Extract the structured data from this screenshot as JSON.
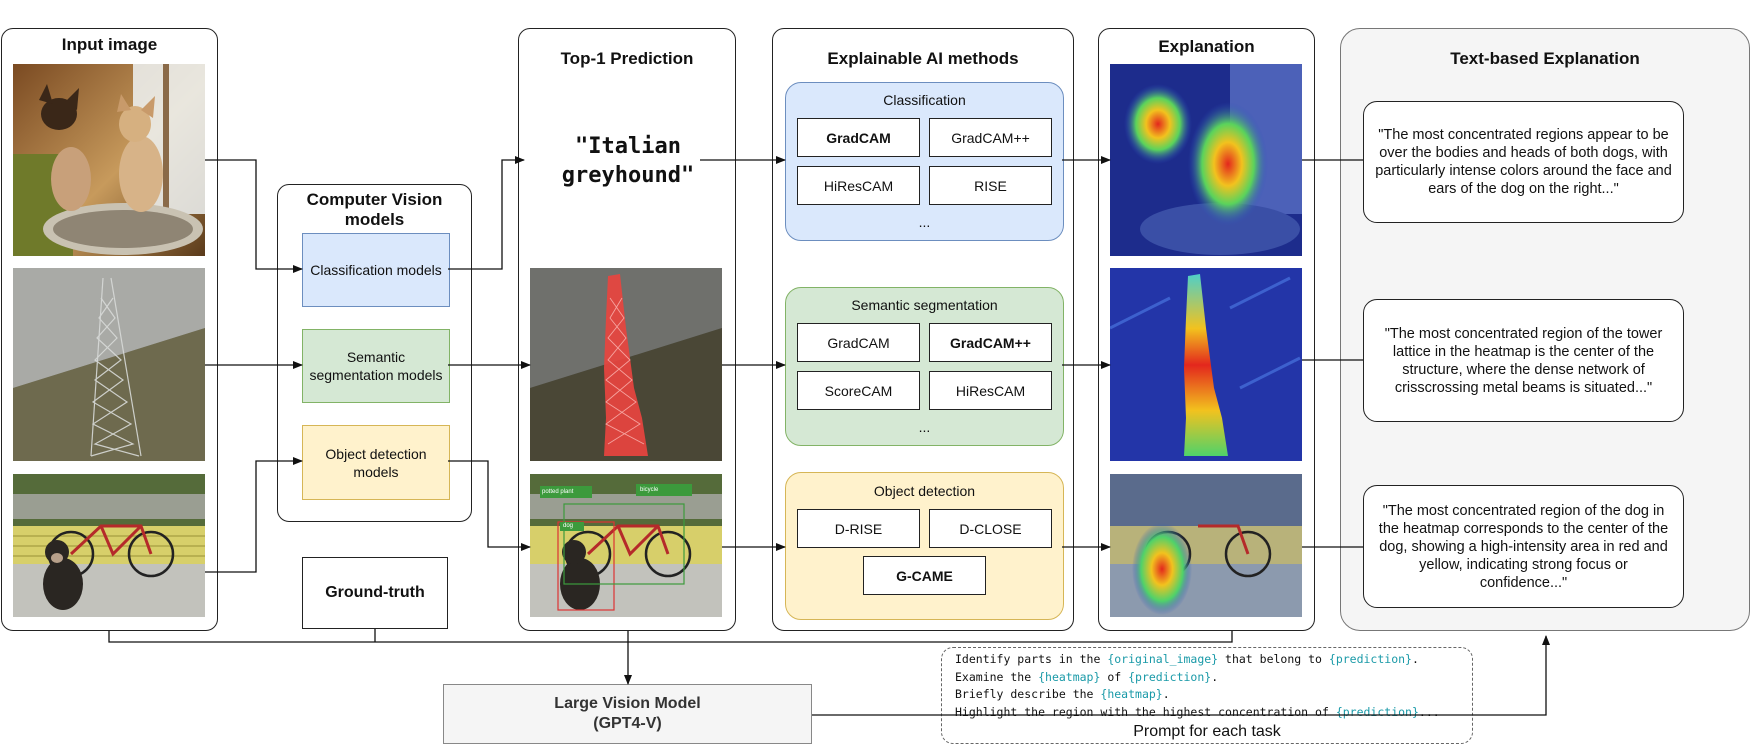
{
  "input_panel": {
    "title": "Input image"
  },
  "cv_panel": {
    "title_line1": "Computer Vision",
    "title_line2": "models",
    "classification": "Classification models",
    "segmentation_line1": "Semantic",
    "segmentation_line2": "segmentation models",
    "detection_line1": "Object detection",
    "detection_line2": "models"
  },
  "ground_truth": "Ground-truth",
  "prediction_panel": {
    "title": "Top-1 Prediction",
    "label_line1": "\"Italian",
    "label_line2": "greyhound\"",
    "detection_tags": [
      "potted plant",
      "dog",
      "bicycle"
    ]
  },
  "xai_panel": {
    "title": "Explainable AI methods",
    "groups": [
      {
        "title": "Classification",
        "methods": [
          "GradCAM",
          "GradCAM++",
          "HiResCAM",
          "RISE"
        ],
        "bold_index": 0,
        "more": "..."
      },
      {
        "title": "Semantic segmentation",
        "methods": [
          "GradCAM",
          "GradCAM++",
          "ScoreCAM",
          "HiResCAM"
        ],
        "bold_index": 1,
        "more": "..."
      },
      {
        "title": "Object detection",
        "methods": [
          "D-RISE",
          "D-CLOSE",
          "G-CAME"
        ],
        "bold_index": 2
      }
    ]
  },
  "explanation_panel": {
    "title": "Explanation"
  },
  "text_panel": {
    "title": "Text-based Explanation",
    "texts": [
      "\"The most concentrated regions appear to be over the bodies and heads of both dogs, with particularly intense colors around the face and ears of the dog on the right...\"",
      "\"The most concentrated region of the tower lattice in the heatmap is the center of the structure, where the dense network of crisscrossing metal beams is situated...\"",
      "\"The most concentrated region of the dog in the heatmap corresponds to the center of the dog, showing a high-intensity area in red and yellow, indicating strong focus or confidence...\""
    ]
  },
  "lvm": {
    "line1": "Large Vision Model",
    "line2": "(GPT4-V)"
  },
  "prompt": {
    "lines": [
      [
        {
          "t": "Identify parts in the "
        },
        {
          "t": "{original_image}",
          "kw": true
        },
        {
          "t": " that belong to "
        },
        {
          "t": "{prediction}",
          "kw": true
        },
        {
          "t": "."
        }
      ],
      [
        {
          "t": "Examine the "
        },
        {
          "t": "{heatmap}",
          "kw": true
        },
        {
          "t": " of "
        },
        {
          "t": "{prediction}",
          "kw": true
        },
        {
          "t": "."
        }
      ],
      [
        {
          "t": "Briefly describe the "
        },
        {
          "t": "{heatmap}",
          "kw": true
        },
        {
          "t": "."
        }
      ],
      [
        {
          "t": "Highlight the region with the highest concentration of "
        },
        {
          "t": "{prediction}",
          "kw": true
        },
        {
          "t": "..."
        }
      ]
    ],
    "caption": "Prompt for each task"
  },
  "colors": {
    "classification_fill": "#dae8fc",
    "classification_stroke": "#6c8ebf",
    "segmentation_fill": "#d5e8d4",
    "segmentation_stroke": "#82b366",
    "detection_fill": "#fff2cc",
    "detection_stroke": "#d6b656",
    "keyword": "#1a9aa8",
    "text_panel_fill": "#f5f5f5"
  }
}
